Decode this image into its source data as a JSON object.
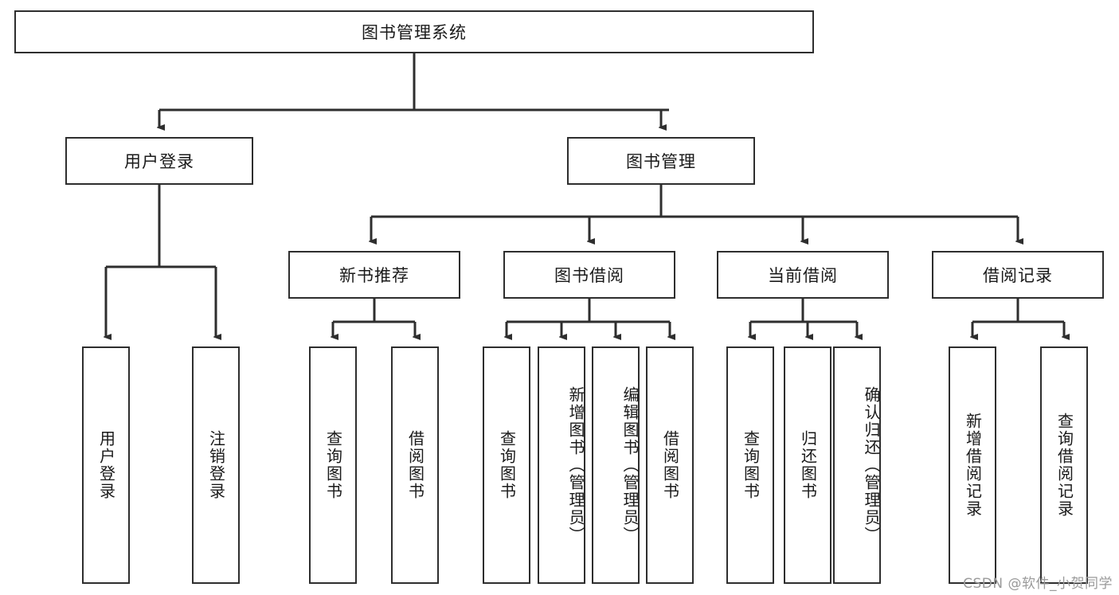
{
  "diagram": {
    "title": "图书管理系统",
    "type": "tree-flowchart",
    "root": {
      "label": "图书管理系统"
    },
    "level1": [
      {
        "id": "user-login",
        "label": "用户登录"
      },
      {
        "id": "book-management",
        "label": "图书管理"
      }
    ],
    "level2": [
      {
        "id": "new-book-recommend",
        "label": "新书推荐",
        "parent": "book-management"
      },
      {
        "id": "book-borrow",
        "label": "图书借阅",
        "parent": "book-management"
      },
      {
        "id": "current-borrow",
        "label": "当前借阅",
        "parent": "book-management"
      },
      {
        "id": "borrow-record",
        "label": "借阅记录",
        "parent": "book-management"
      }
    ],
    "leaves": [
      {
        "id": "leaf-user-login",
        "label": "用户登录",
        "parent": "user-login"
      },
      {
        "id": "leaf-logout-login",
        "label": "注销登录",
        "parent": "user-login"
      },
      {
        "id": "leaf-query-book-1",
        "label": "查询图书",
        "parent": "new-book-recommend"
      },
      {
        "id": "leaf-borrow-book-1",
        "label": "借阅图书",
        "parent": "new-book-recommend"
      },
      {
        "id": "leaf-query-book-2",
        "label": "查询图书",
        "parent": "book-borrow"
      },
      {
        "id": "leaf-add-book",
        "label": "新增图书（管理员）",
        "parent": "book-borrow"
      },
      {
        "id": "leaf-edit-book",
        "label": "编辑图书（管理员）",
        "parent": "book-borrow"
      },
      {
        "id": "leaf-borrow-book-2",
        "label": "借阅图书",
        "parent": "book-borrow"
      },
      {
        "id": "leaf-query-book-3",
        "label": "查询图书",
        "parent": "current-borrow"
      },
      {
        "id": "leaf-return-book",
        "label": "归还图书",
        "parent": "current-borrow"
      },
      {
        "id": "leaf-confirm-return",
        "label": "确认归还（管理员）",
        "parent": "current-borrow"
      },
      {
        "id": "leaf-add-record",
        "label": "新增借阅记录",
        "parent": "borrow-record"
      },
      {
        "id": "leaf-query-record",
        "label": "查询借阅记录",
        "parent": "borrow-record"
      }
    ],
    "colors": {
      "stroke": "#2e2e2e",
      "fill": "#ffffff",
      "text": "#1a1a1a",
      "watermark": "#9a9a9a"
    }
  },
  "watermark": {
    "text": "CSDN @软件_小贺同学"
  }
}
